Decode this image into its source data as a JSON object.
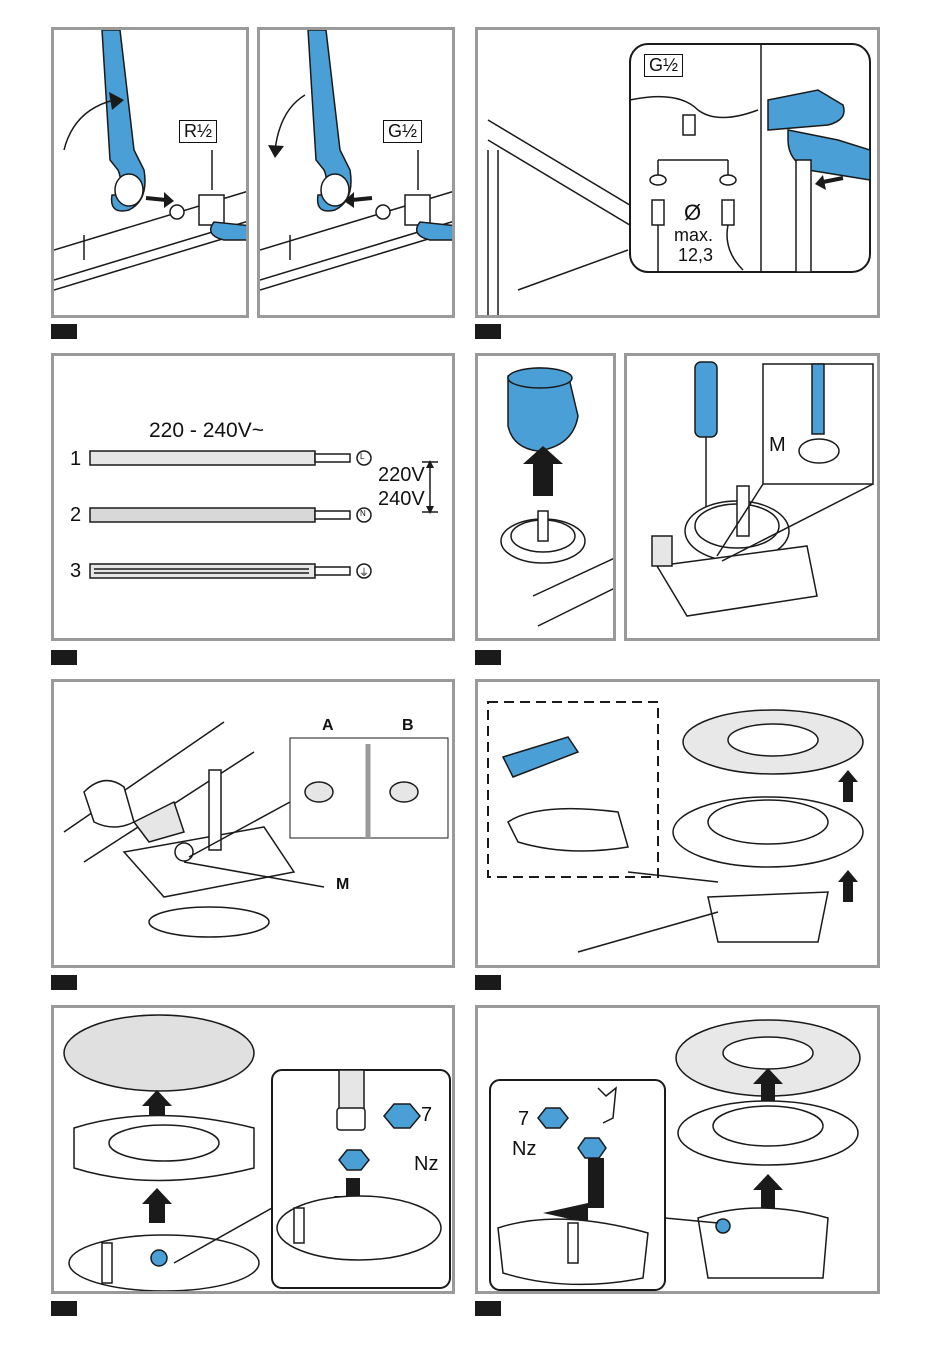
{
  "panels": {
    "p1": {
      "thread_label": "R½"
    },
    "p2": {
      "thread_label": "G½"
    },
    "p3": {
      "thread_label": "G½",
      "diameter_symbol": "Ø",
      "max_label": "max.",
      "max_value": "12,3"
    },
    "p4": {
      "voltage_title": "220 - 240V~",
      "wires": [
        {
          "number": "1",
          "terminal": "L"
        },
        {
          "number": "2",
          "terminal": "N"
        },
        {
          "number": "3",
          "terminal": "⏚"
        }
      ],
      "voltage_a": "220V",
      "voltage_b": "240V"
    },
    "p6": {
      "marker": "M"
    },
    "p7": {
      "option_a": "A",
      "option_b": "B",
      "marker": "M"
    },
    "p9": {
      "wrench_size": "7",
      "nozzle": "Nz"
    },
    "p10": {
      "wrench_size": "7",
      "nozzle": "Nz"
    }
  },
  "colors": {
    "accent": "#4a9fd6",
    "frame": "#9a9a9a",
    "tag": "#1a1a1a"
  }
}
